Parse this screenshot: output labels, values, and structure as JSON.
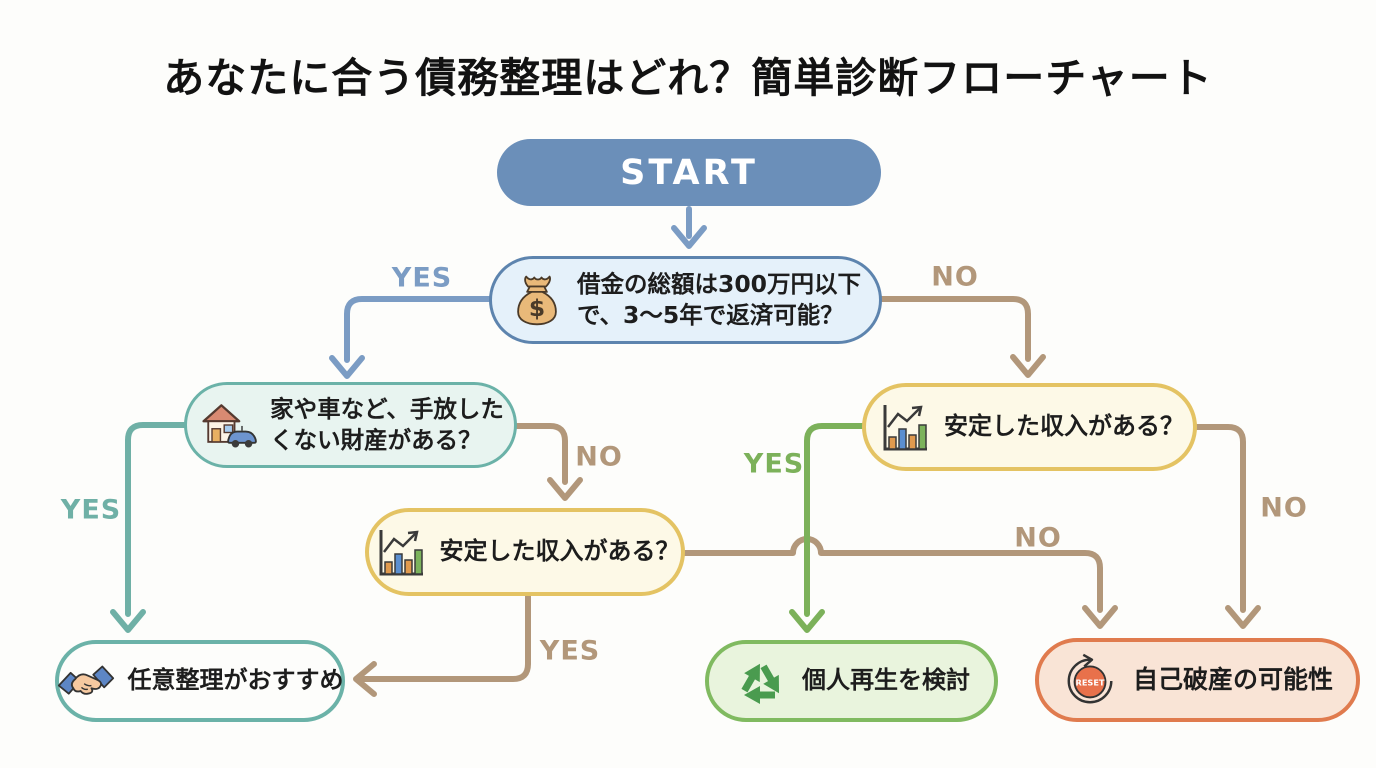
{
  "title": "あなたに合う債務整理はどれ？簡単診断フローチャート",
  "colors": {
    "start_bg": "#6b8fb9",
    "blue_border": "#5d84ae",
    "blue_bg": "#e5f1fa",
    "teal_border": "#6bb2a8",
    "teal_bg": "#e8f4f0",
    "teal_bg2": "#dcedе8",
    "gold_border": "#e4c363",
    "gold_bg": "#fdf9e7",
    "green_border": "#80ba60",
    "green_bg": "#e9f4dd",
    "orange_border": "#e07b4e",
    "orange_bg": "#f9e4d6",
    "arrow_blue": "#7b9cc4",
    "arrow_tan": "#b2977a",
    "arrow_teal": "#6fb0a6",
    "arrow_green": "#7cb15a"
  },
  "nodes": {
    "start": {
      "label": "START"
    },
    "q_debt": {
      "icon": "money-bag-icon",
      "line1": "借金の総額は300万円以下",
      "line2": "で、3〜5年で返済可能？"
    },
    "q_assets": {
      "icon": "house-car-icon",
      "line1": "家や車など、手放した",
      "line2": "くない財産がある？"
    },
    "q_income_mid": {
      "icon": "bar-chart-icon",
      "line1": "安定した収入がある？"
    },
    "q_income_right": {
      "icon": "bar-chart-icon",
      "line1": "安定した収入がある？"
    },
    "result_voluntary": {
      "icon": "handshake-icon",
      "line1": "任意整理がおすすめ"
    },
    "result_rehab": {
      "icon": "recycle-icon",
      "line1": "個人再生を検討"
    },
    "result_bankruptcy": {
      "icon": "reset-icon",
      "reset_text": "RESET",
      "line1": "自己破産の可能性"
    }
  },
  "edge_labels": {
    "debt_yes": "YES",
    "debt_no": "NO",
    "assets_yes": "YES",
    "assets_no": "NO",
    "income_mid_yes": "YES",
    "income_mid_no": "NO",
    "income_right_yes": "YES",
    "income_right_no": "NO"
  }
}
